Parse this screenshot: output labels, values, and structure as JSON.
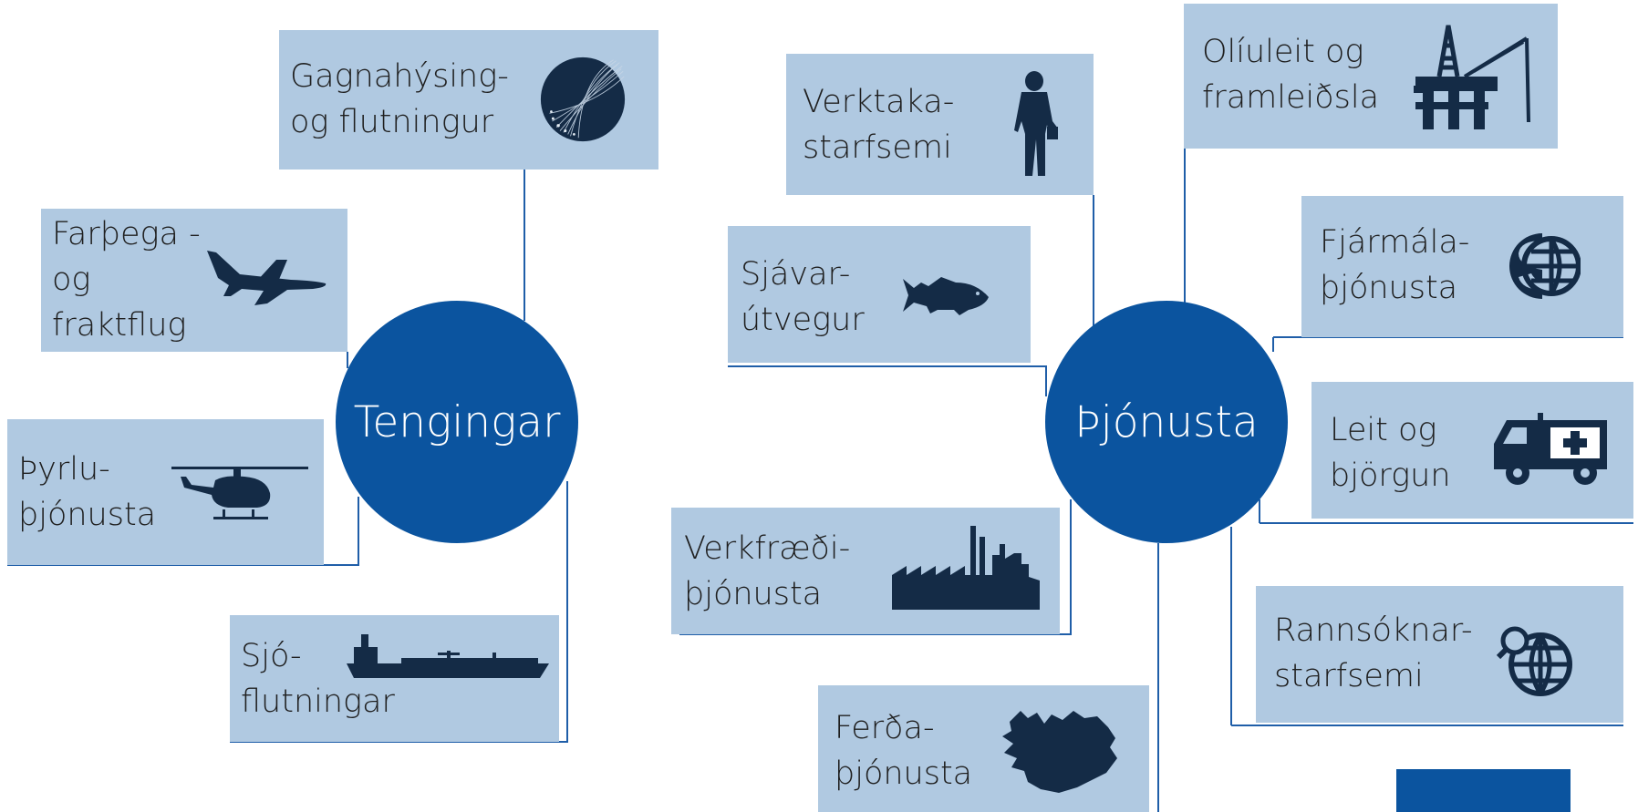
{
  "hubs": {
    "tengingar": "Tengingar",
    "thjonusta": "Þjónusta"
  },
  "left_nodes": {
    "gagnahysing": "Gagnahýsing-\nog flutningur",
    "farthegaflug": "Farþega -\nog\nfraktflug",
    "thyrluthjonusta": "Þyrlu-\nþjónusta",
    "sjoflutningar": "Sjó-\nflutningar"
  },
  "right_nodes": {
    "verktakastarfsemi": "Verktaka-\nstarfsemi",
    "sjavarutvegur": "Sjávar-\nútvegur",
    "verkfraedithjonusta": "Verkfræði-\nþjónusta",
    "ferdathjonusta": "Ferða-\nþjónusta",
    "oliuleit": "Olíuleit og\nframleiðsla",
    "fjarmalathjonusta": "Fjármála-\nþjónusta",
    "leit_og_bjorgun": "Leit og\nbjörgun",
    "rannsoknarstarfsemi": "Rannsóknar-\nstarfsemi"
  },
  "colors": {
    "hub": "#0b549f",
    "box": "#b0c9e1",
    "icon": "#142b46",
    "connector": "#1f5ea8"
  },
  "icons": [
    "fiber-optic-icon",
    "airplane-icon",
    "helicopter-icon",
    "tanker-ship-icon",
    "worker-icon",
    "fish-icon",
    "factory-icon",
    "iceland-map-icon",
    "oil-rig-icon",
    "dollar-globe-icon",
    "ambulance-icon",
    "globe-search-icon"
  ]
}
